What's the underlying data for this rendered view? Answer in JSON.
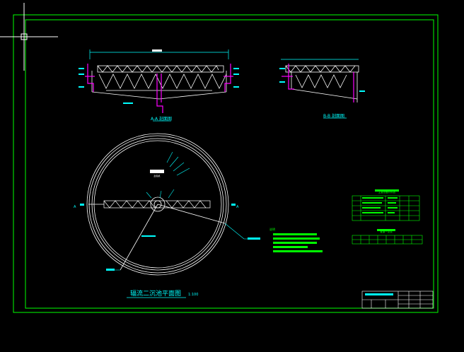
{
  "viewport": {
    "background": "#000000"
  },
  "colors": {
    "border": "#00ff00",
    "structure": "#ffffff",
    "dimension": "#00ffff",
    "pipe": "#ff00ff",
    "notes": "#00ff00",
    "crosshair": "#ffffff"
  },
  "drawing": {
    "section_a_label": "A-A 剖面图",
    "section_b_label": "B-B 剖面图",
    "plan_title": "辐流二沉池平面图",
    "plan_scale": "1:100",
    "plan_callout": "刮泥机",
    "label_left": "A",
    "label_right": "A"
  },
  "tables": {
    "equipment_title": "主要设备材料表",
    "pipe_title": "管道一览表"
  },
  "notes": {
    "title": "说明"
  }
}
